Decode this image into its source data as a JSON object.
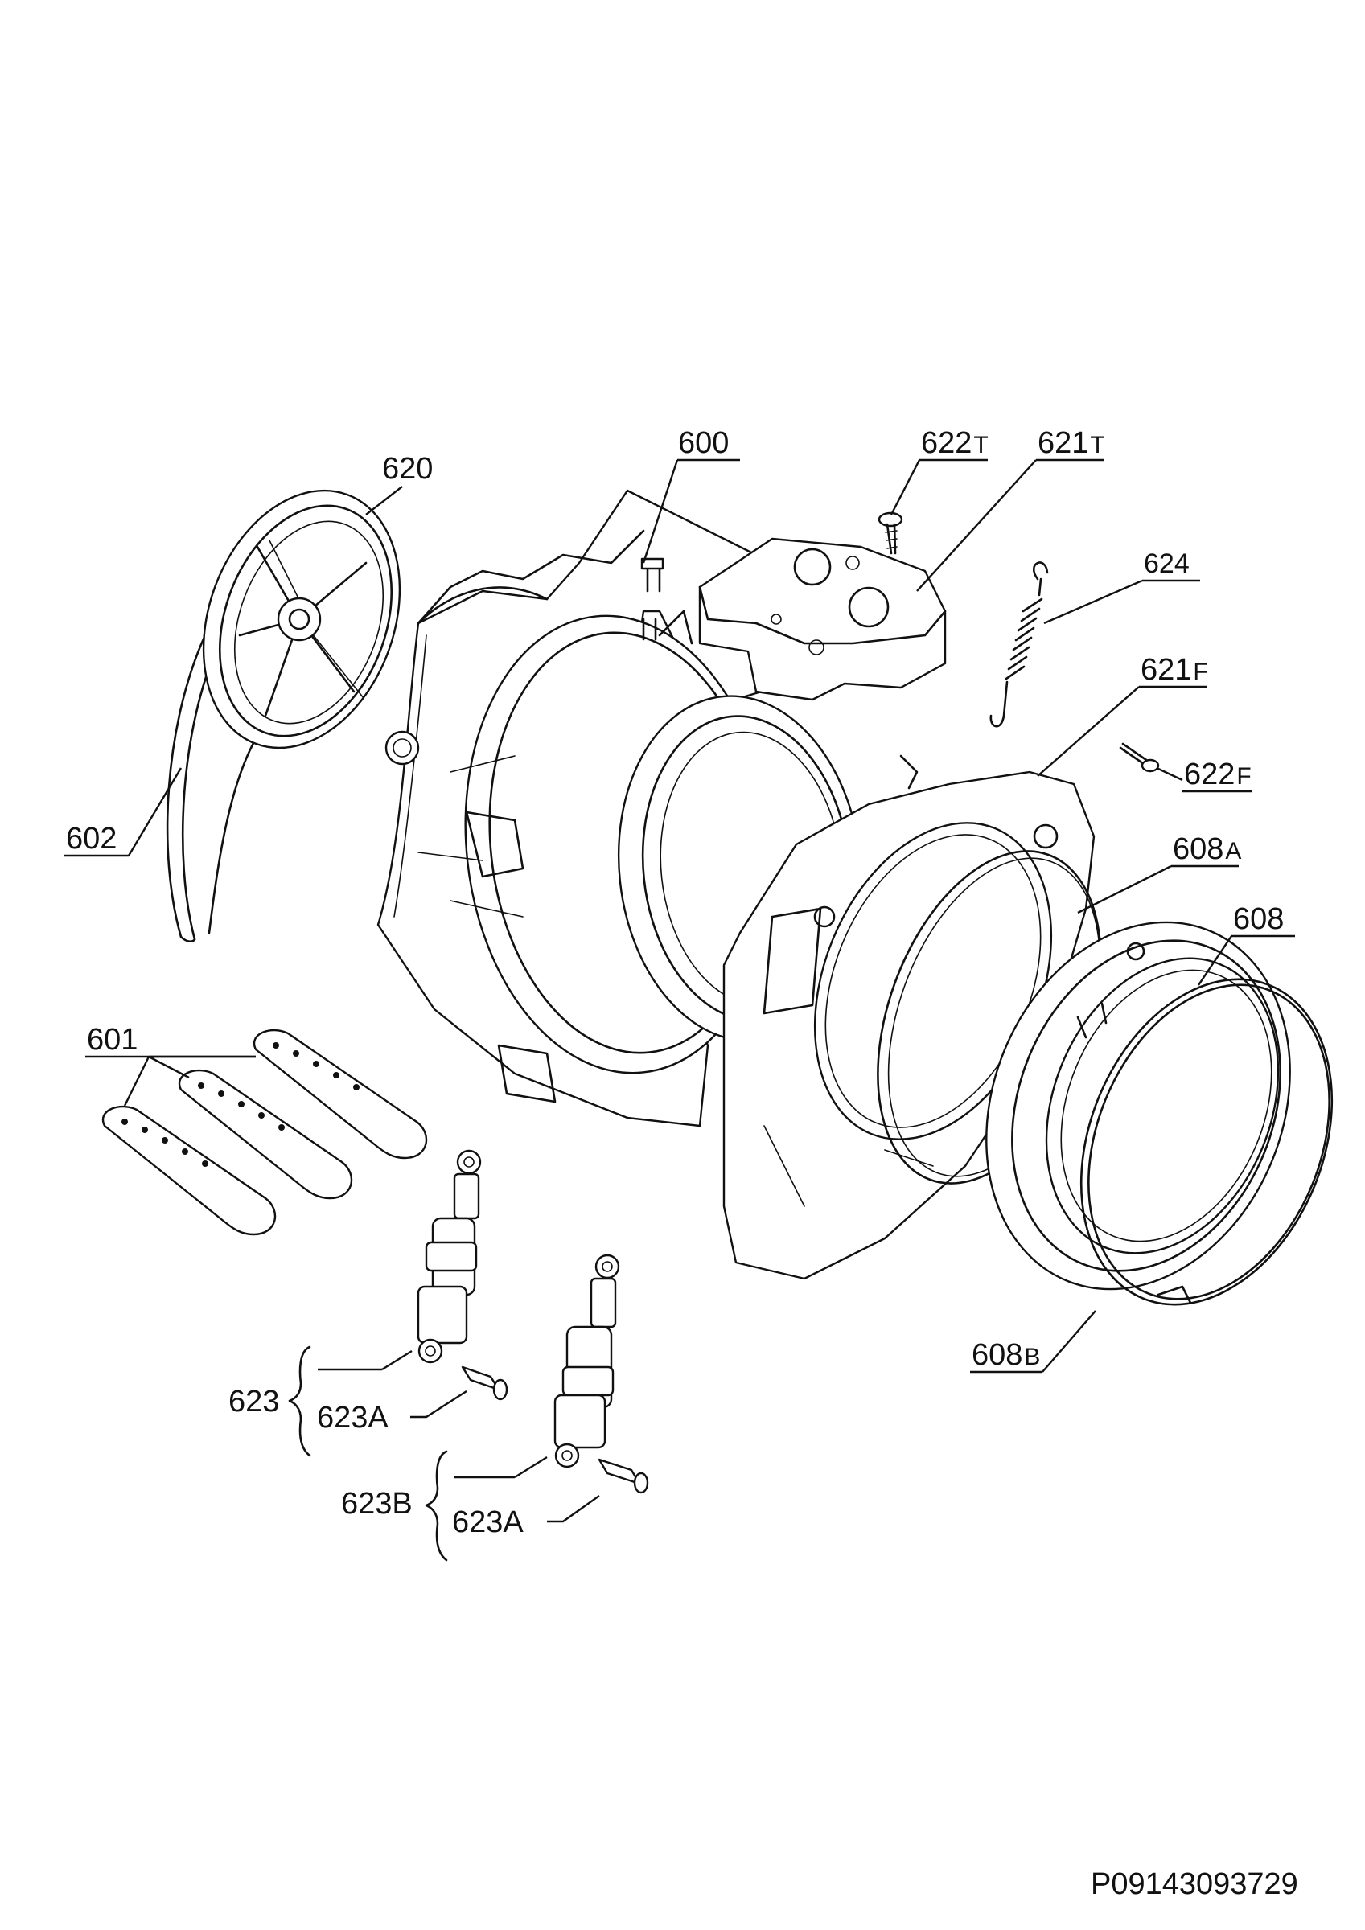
{
  "callouts": {
    "c600": {
      "num": "600",
      "suffix": ""
    },
    "c620": {
      "num": "620",
      "suffix": ""
    },
    "c602": {
      "num": "602",
      "suffix": ""
    },
    "c622t": {
      "num": "622",
      "suffix": "T"
    },
    "c621t": {
      "num": "621",
      "suffix": "T"
    },
    "c624": {
      "num": "624",
      "suffix": ""
    },
    "c621f": {
      "num": "621",
      "suffix": "F"
    },
    "c622f": {
      "num": "622",
      "suffix": "F"
    },
    "c608a": {
      "num": "608",
      "suffix": "A"
    },
    "c608": {
      "num": "608",
      "suffix": ""
    },
    "c601": {
      "num": "601",
      "suffix": ""
    },
    "c608b": {
      "num": "608",
      "suffix": "B"
    },
    "c623": {
      "num": "623",
      "suffix": ""
    },
    "c623a1": {
      "num": "623A",
      "suffix": ""
    },
    "c623b": {
      "num": "623B",
      "suffix": ""
    },
    "c623a2": {
      "num": "623A",
      "suffix": ""
    }
  },
  "drawing_code": "P09143093729"
}
